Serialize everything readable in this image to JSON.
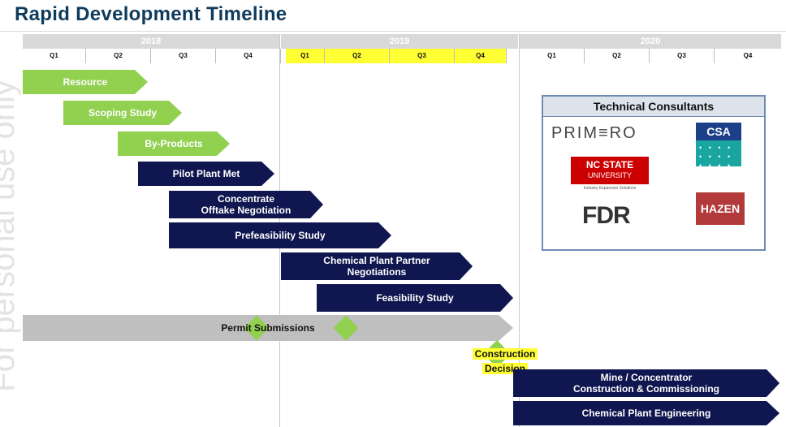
{
  "title": "Rapid Development Timeline",
  "watermark": "For personal use only",
  "years": [
    "2018",
    "2019",
    "2020"
  ],
  "quarters": [
    "Q1",
    "Q2",
    "Q3",
    "Q4",
    "Q1",
    "Q2",
    "Q3",
    "Q4",
    "Q1",
    "Q2",
    "Q3",
    "Q4"
  ],
  "highlighted_quarters": [
    4,
    5,
    6,
    7
  ],
  "tasks": [
    {
      "label": "Resource",
      "color": "green"
    },
    {
      "label": "Scoping Study",
      "color": "green"
    },
    {
      "label": "By-Products",
      "color": "green"
    },
    {
      "label": "Pilot Plant Met",
      "color": "navy"
    },
    {
      "label": "Concentrate\nOfftake Negotiation",
      "color": "navy"
    },
    {
      "label": "Prefeasibility Study",
      "color": "navy"
    },
    {
      "label": "Chemical Plant Partner\nNegotiations",
      "color": "navy"
    },
    {
      "label": "Feasibility Study",
      "color": "navy"
    },
    {
      "label": "Permit Submissions",
      "color": "grey"
    },
    {
      "label": "Mine / Concentrator\nConstruction & Commissioning",
      "color": "navy"
    },
    {
      "label": "Chemical Plant Engineering",
      "color": "navy"
    }
  ],
  "milestone": {
    "line1": "Construction",
    "line2": "Decision"
  },
  "consultants": {
    "heading": "Technical Consultants",
    "logos": {
      "primero": "PRIM≡RO",
      "csa": "CSA",
      "ncstate_line1": "NC STATE",
      "ncstate_line2": "UNIVERSITY",
      "ncstate_sub": "Industry Expansion Solutions",
      "hdr": "FDR",
      "hazen": "HAZEN"
    }
  },
  "colors": {
    "green": "#92d050",
    "navy": "#10164f",
    "grey": "#bfbfbf",
    "highlight": "#ffff33",
    "title": "#0e3a5c"
  }
}
